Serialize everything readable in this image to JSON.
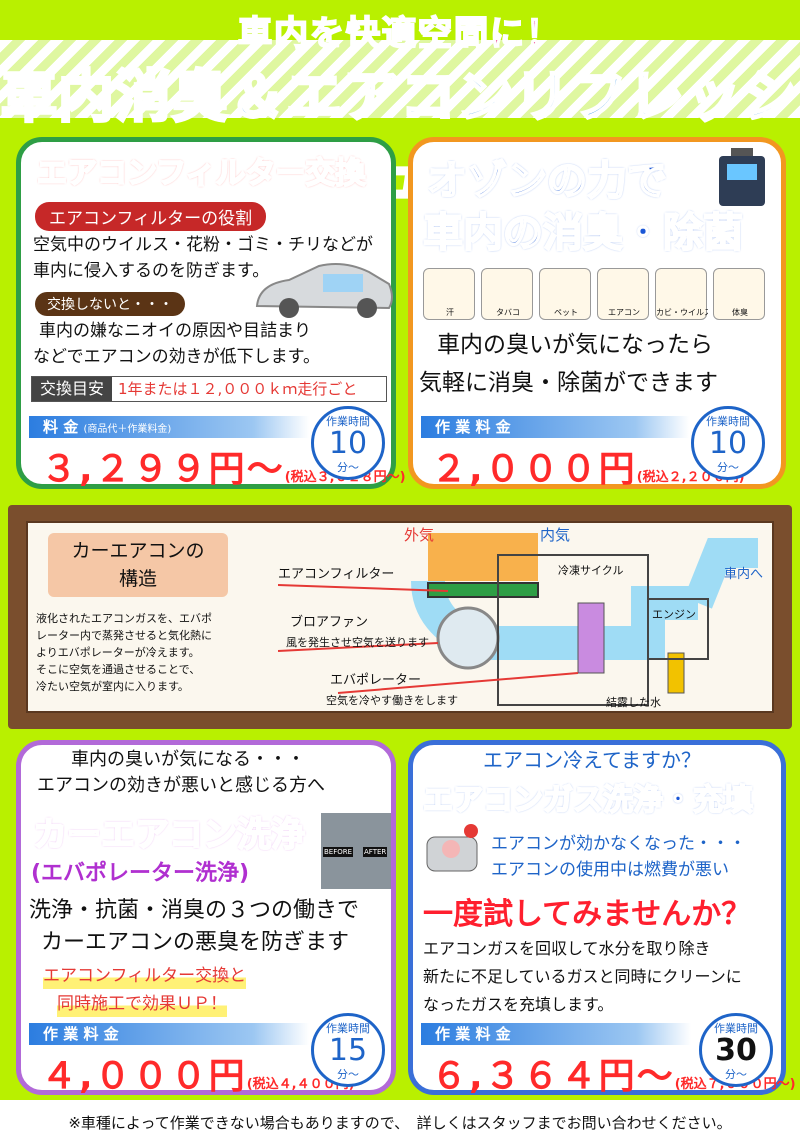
{
  "header": {
    "subtitle": "車内を快適空間に！",
    "title": "車内消臭＆エアコンリフレッシュ"
  },
  "card_filter": {
    "title": "エアコンフィルター交換",
    "role_label": "エアコンフィルターの役割",
    "role_text_1": "空気中のウイルス・花粉・ゴミ・チリなどが",
    "role_text_2": "車内に侵入するのを防ぎます。",
    "warn_label": "交換しないと・・・",
    "warn_text_1": "車内の嫌なニオイの原因や目詰まり",
    "warn_text_2": "などでエアコンの効きが低下します。",
    "guide_label": "交換目安",
    "guide_value": "1年または１２,０００ｋｍ走行ごと",
    "price_label": "料 金",
    "price_note": "(商品代＋作業料金)",
    "price": "３,２９９円",
    "price_tail": "〜",
    "price_tax": "(税込３,６２８円〜)",
    "time_label": "作業時間",
    "time_value": "10",
    "time_unit": "分〜"
  },
  "card_ozone": {
    "title_1": "オゾンの力で",
    "title_2": "車内の消臭・除菌",
    "icons": [
      "汗",
      "タバコ",
      "ペット",
      "エアコン",
      "カビ・ウイルス",
      "体臭"
    ],
    "text_1": "車内の臭いが気になったら",
    "text_2": "気軽に消臭・除菌ができます",
    "price_label": "作 業 料 金",
    "price": "２,０００円",
    "price_tax": "(税込２,２００円)",
    "time_label": "作業時間",
    "time_value": "10",
    "time_unit": "分〜"
  },
  "diagram": {
    "title_1": "カーエアコンの",
    "title_2": "構造",
    "desc": [
      "液化されたエアコンガスを、エバポ",
      "レーター内で蒸発させると気化熱に",
      "よりエバポレーターが冷えます。",
      "そこに空気を通過させることで、",
      "冷たい空気が室内に入ります。"
    ],
    "outside_air": "外気",
    "inside_air": "内気",
    "filter": "エアコンフィルター",
    "blower": "ブロアファン",
    "blower_desc": "風を発生させ空気を送ります",
    "evaporator": "エバポレーター",
    "evaporator_desc": "空気を冷やす働きをします",
    "cycle": "冷凍サイクル",
    "engine": "エンジン",
    "to_cabin": "車内へ",
    "water": "結露した水"
  },
  "card_clean": {
    "lead_1": "車内の臭いが気になる・・・",
    "lead_2": "エアコンの効きが悪いと感じる方へ",
    "title": "カーエアコン洗浄",
    "subtitle": "(エバポレーター洗浄)",
    "text_1": "洗浄・抗菌・消臭の３つの働きで",
    "text_2": "カーエアコンの悪臭を防ぎます",
    "promo_1": "エアコンフィルター交換と",
    "promo_2": "同時施工で効果ＵＰ！",
    "before": "BEFORE",
    "after": "AFTER",
    "price_label": "作 業 料 金",
    "price": "４,０００円",
    "price_tax": "(税込４,４００円)",
    "time_label": "作業時間",
    "time_value": "15",
    "time_unit": "分〜"
  },
  "card_gas": {
    "lead": "エアコン冷えてますか？",
    "title": "エアコンガス洗浄・充填",
    "text_1": "エアコンが効かなくなった・・・",
    "text_2": "エアコンの使用中は燃費が悪い",
    "call": "一度試してみませんか？",
    "desc_1": "エアコンガスを回収して水分を取り除き",
    "desc_2": "新たに不足しているガスと同時にクリーンに",
    "desc_3": "なったガスを充填します。",
    "price_label": "作 業 料 金",
    "price": "６,３６４円",
    "price_tail": "〜",
    "price_tax": "(税込７,０００円〜)",
    "time_label": "作業時間",
    "time_value": "30",
    "time_unit": "分〜"
  },
  "footer": {
    "note": "※車種によって作業できない場合もありますので、　詳しくはスタッフまでお問い合わせください。"
  }
}
